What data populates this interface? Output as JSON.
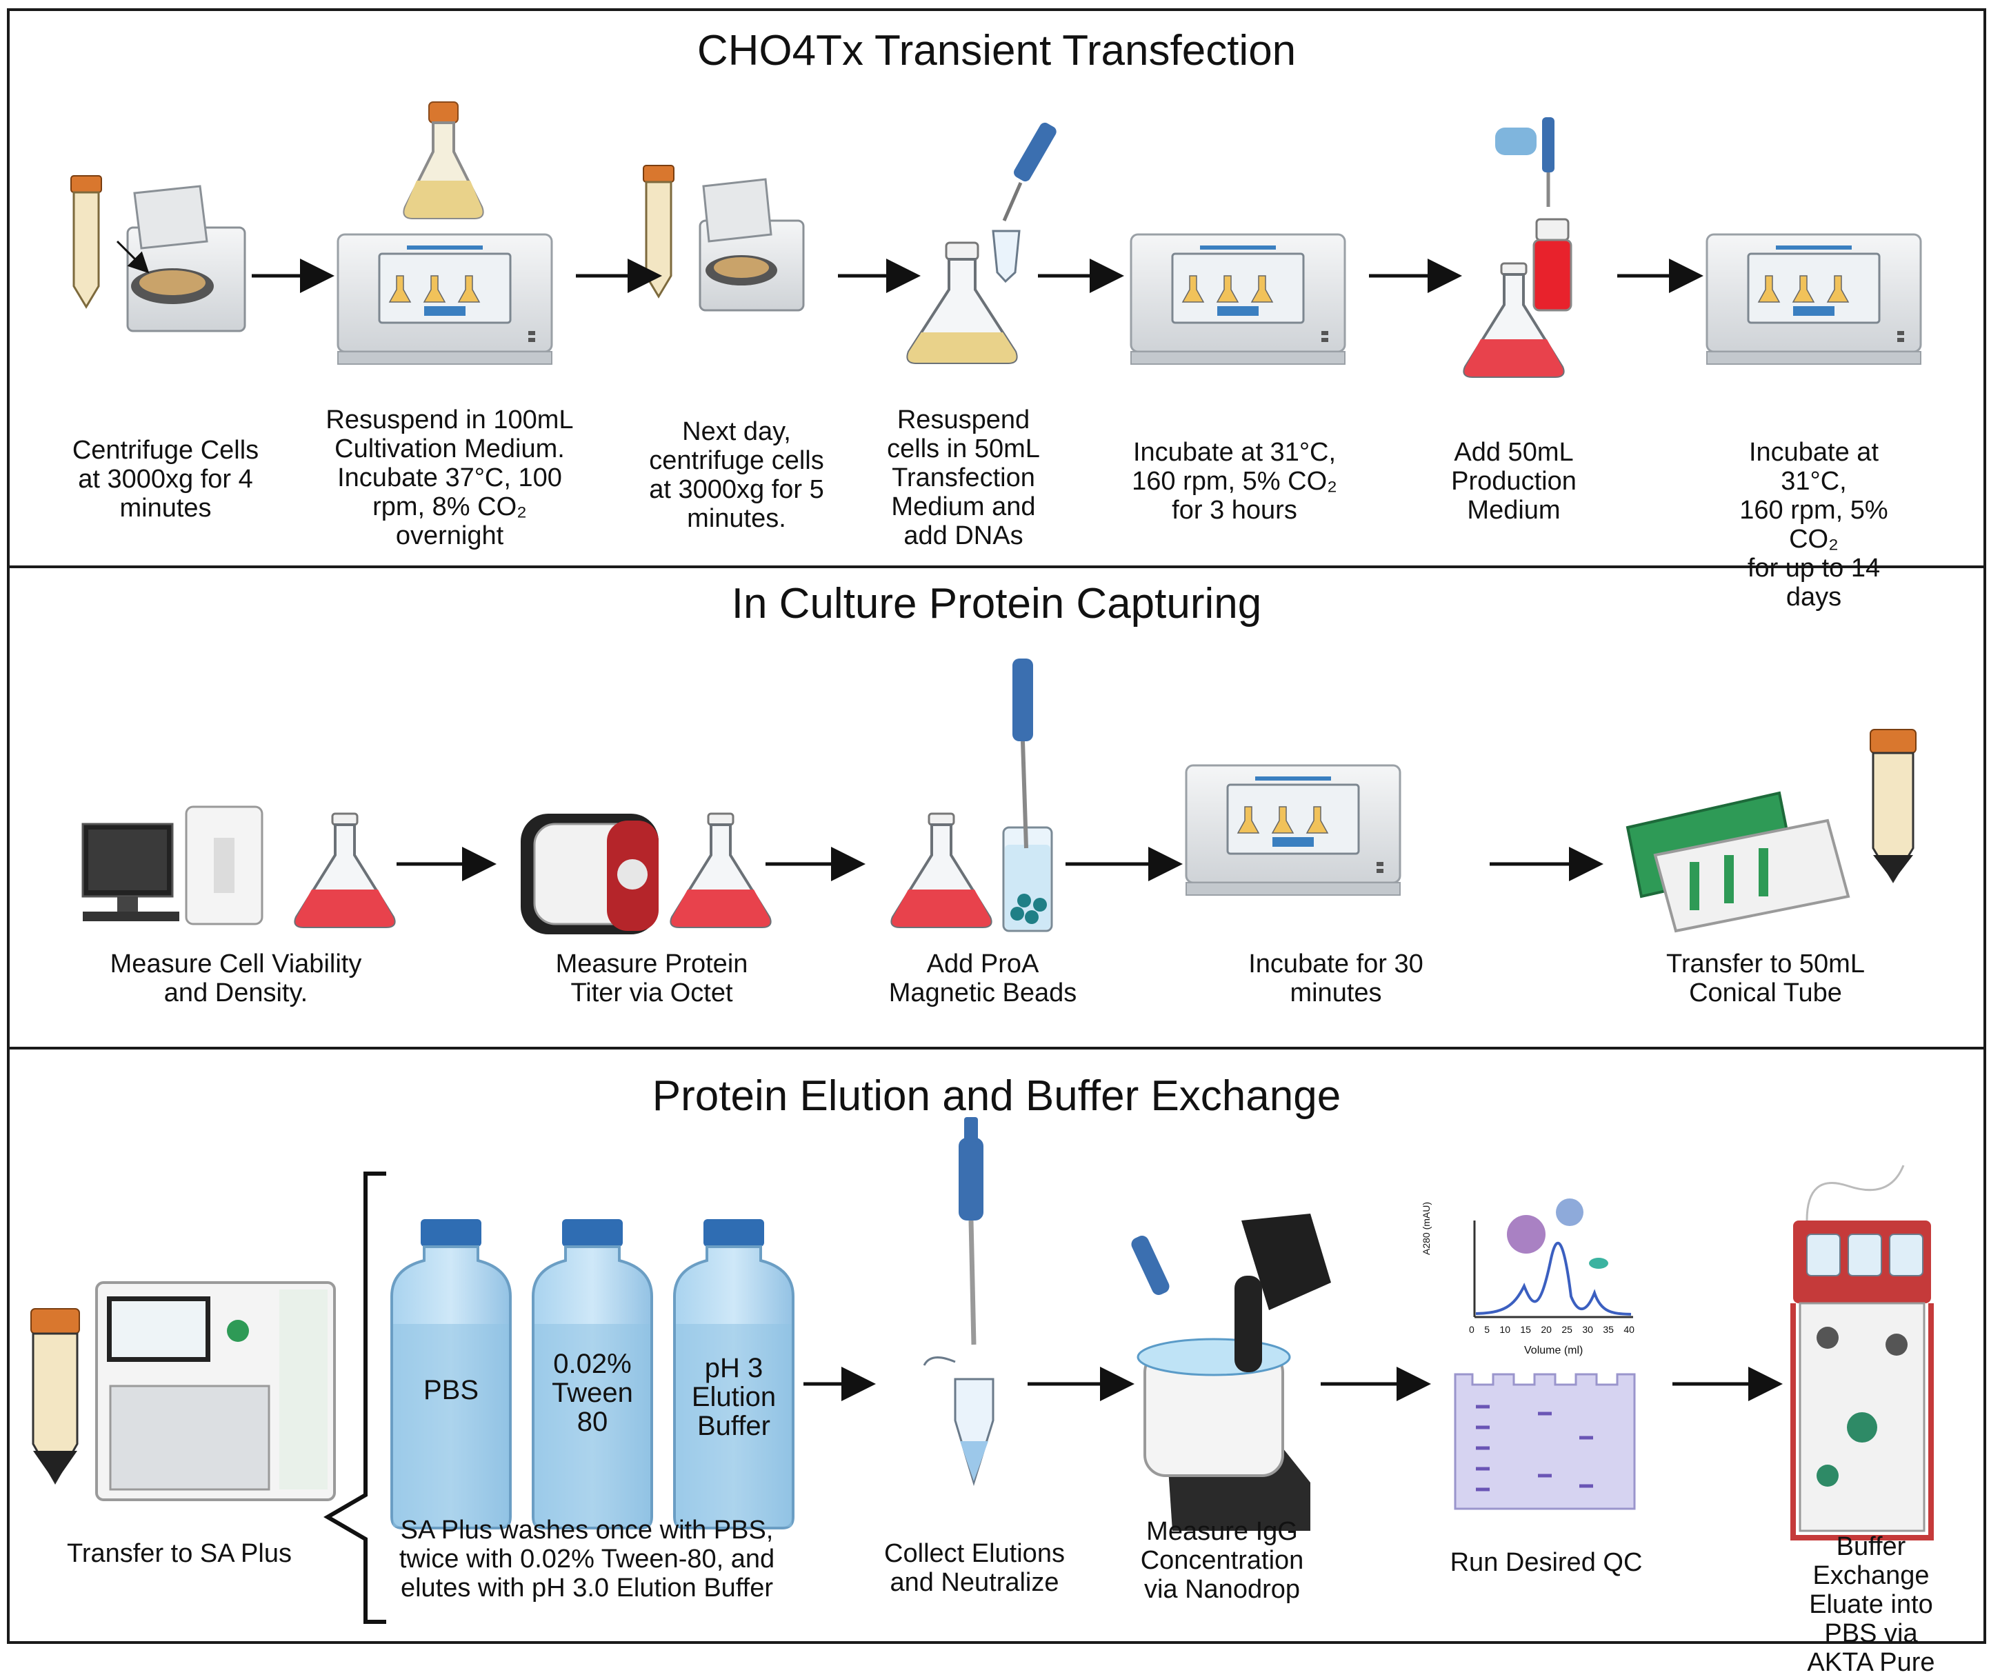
{
  "panels": [
    {
      "title": "CHO4Tx Transient Transfection",
      "steps": [
        "Centrifuge Cells\nat 3000xg for 4\nminutes",
        "Resuspend in 100mL\nCultivation Medium.\nIncubate 37°C, 100\nrpm, 8% CO₂\novernight",
        "Next day,\ncentrifuge cells\nat 3000xg for 5\nminutes.",
        "Resuspend\ncells in 50mL\nTransfection\nMedium and\nadd DNAs",
        "Incubate at 31°C,\n160 rpm, 5% CO₂\nfor 3 hours",
        "Add 50mL\nProduction\nMedium",
        "Incubate at 31°C,\n160 rpm, 5% CO₂\nfor up to 14 days"
      ]
    },
    {
      "title": "In Culture Protein Capturing",
      "steps": [
        "Measure Cell Viability\nand Density.",
        "Measure Protein\nTiter via Octet",
        "Add ProA\nMagnetic Beads",
        "Incubate for 30\nminutes",
        "Transfer to 50mL\nConical Tube"
      ]
    },
    {
      "title": "Protein Elution and Buffer Exchange",
      "steps": [
        "Transfer to SA Plus",
        "SA Plus washes once with PBS,\ntwice with 0.02% Tween-80, and\nelutes with pH 3.0 Elution Buffer",
        "Collect Elutions\nand Neutralize",
        "Measure IgG\nConcentration\nvia Nanodrop",
        "Run Desired QC",
        "Buffer Exchange\nEluate into PBS via\nAKTA Pure"
      ],
      "bottles": [
        "PBS",
        "0.02%\nTween\n80",
        "pH 3\nElution\nBuffer"
      ]
    }
  ],
  "chromatogram": {
    "y_axis_label": "A280 (mAU)",
    "x_axis_label": "Volume (ml)",
    "x_ticks": [
      "0",
      "5",
      "10",
      "15",
      "20",
      "25",
      "30",
      "35",
      "40"
    ]
  },
  "colors": {
    "border": "#1a1a1a",
    "red_medium": "#e8424c",
    "yellow_medium": "#e9d28a",
    "cap_orange": "#d9772e",
    "bottle_blue": "#8fc3e3",
    "cap_blue": "#2f6db3",
    "pipette_blue": "#3b6fb0"
  },
  "icons": [
    "centrifuge",
    "erlenmeyer-flask",
    "shaking-incubator",
    "pipette",
    "conical-tube",
    "media-bottle",
    "cell-counter",
    "octet-instrument",
    "magnetic-beads-tube",
    "magnetic-rack",
    "sa-plus-instrument",
    "microcentrifuge-tube",
    "nanodrop",
    "chromatogram",
    "sds-page-gel",
    "akta-pure"
  ]
}
